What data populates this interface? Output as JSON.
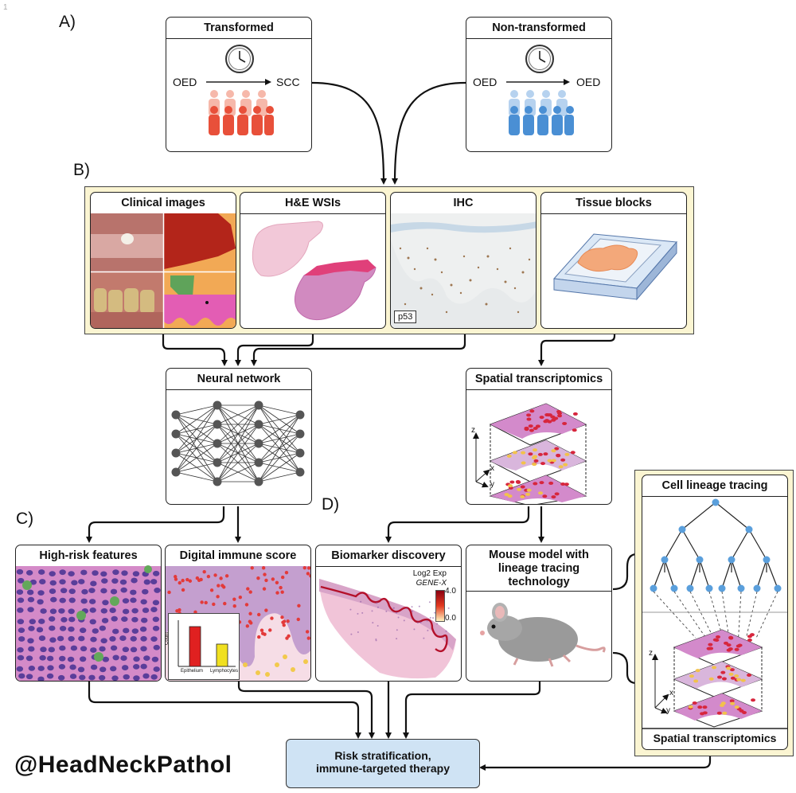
{
  "page_number": "1",
  "panels": {
    "a": {
      "tag": "A)"
    },
    "b": {
      "tag": "B)"
    },
    "c": {
      "tag": "C)"
    },
    "d": {
      "tag": "D)"
    }
  },
  "transformed": {
    "title": "Transformed",
    "from": "OED",
    "to": "SCC",
    "people_color": "#e8503a"
  },
  "non_transformed": {
    "title": "Non-transformed",
    "from": "OED",
    "to": "OED",
    "people_color": "#4a8fd4"
  },
  "inputs": {
    "clinical": {
      "title": "Clinical images"
    },
    "he": {
      "title": "H&E WSIs"
    },
    "ihc": {
      "title": "IHC",
      "stain": "p53"
    },
    "tissue": {
      "title": "Tissue blocks"
    }
  },
  "neural_network": {
    "title": "Neural network"
  },
  "spatial": {
    "title": "Spatial transcriptomics",
    "axis_z": "z",
    "axis_x": "x",
    "axis_y": "y"
  },
  "high_risk": {
    "title": "High-risk features"
  },
  "immune": {
    "title": "Digital immune score",
    "chart_ylabel": "Count",
    "bar1_label": "Epithelium",
    "bar2_label": "Lymphocytes",
    "bar1_color": "#e02020",
    "bar2_color": "#f0e020"
  },
  "biomarker": {
    "title": "Biomarker discovery",
    "legend_title": "Log2 Exp",
    "legend_gene": "GENE-X",
    "legend_max": "4.0",
    "legend_min": "0.0"
  },
  "mouse": {
    "title_line1": "Mouse model with",
    "title_line2": "lineage tracing",
    "title_line3": "technology"
  },
  "lineage": {
    "title": "Cell lineage tracing",
    "bottom_title": "Spatial transcriptomics",
    "axis_z": "z",
    "axis_x": "x",
    "axis_y": "y"
  },
  "final": {
    "line1": "Risk stratification,",
    "line2": "immune-targeted therapy"
  },
  "watermark": "@HeadNeckPathol"
}
